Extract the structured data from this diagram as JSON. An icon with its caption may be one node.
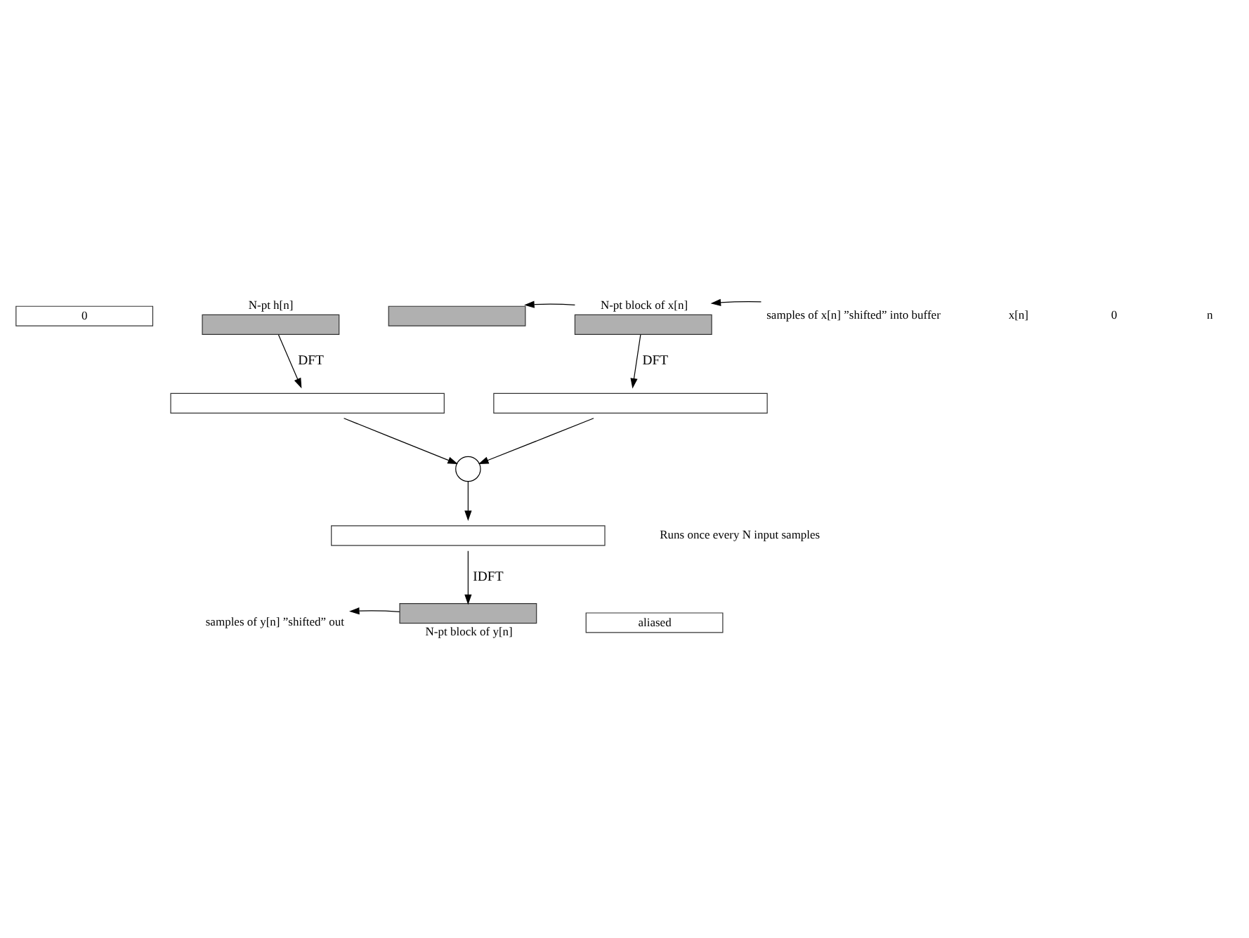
{
  "diagram": {
    "nodes": [
      {
        "text": [
          "0"
        ]
      },
      {
        "text": [],
        "shape": "bar",
        "beside": [
          "N-pt h[n]"
        ]
      },
      {
        "text": [],
        "shape": "bar"
      },
      {
        "text": [],
        "shape": "bar",
        "beside": [
          "N-pt block of x[n]"
        ]
      },
      {
        "text": [
          "samples of x[n] ”shifted” into buffer"
        ]
      },
      {
        "text": [],
        "shape": "bar"
      },
      {
        "text": [],
        "shape": "bar"
      },
      {
        "text": [],
        "shape": "circle"
      },
      {
        "text": [],
        "shape": "bar"
      },
      {
        "text": [],
        "shape": "bar",
        "beside": [
          "N-pt block of y[n]"
        ]
      },
      {
        "text": [
          "aliased"
        ]
      },
      {
        "text": [
          "samples of y[n] ”shifted” out"
        ]
      }
    ],
    "edges": [
      {
        "from": 4,
        "to": 3,
        "arrow": "to"
      },
      {
        "from": 3,
        "to": 2,
        "arrow": "to"
      },
      {
        "from": 1,
        "to": 5,
        "arrow": "to",
        "label": "DFT"
      },
      {
        "from": 3,
        "to": 6,
        "arrow": "to",
        "label": "DFT"
      },
      {
        "from": 5,
        "to": 7,
        "arrow": "to"
      },
      {
        "from": 6,
        "to": 7,
        "arrow": "to"
      },
      {
        "from": 7,
        "to": 8,
        "arrow": "to"
      },
      {
        "from": 8,
        "to": 9,
        "arrow": "to",
        "label": "IDFT"
      },
      {
        "from": 9,
        "to": 11,
        "arrow": "to"
      }
    ],
    "labels": [
      "x[n]",
      "0",
      "n",
      "Runs once every N input samples"
    ]
  }
}
